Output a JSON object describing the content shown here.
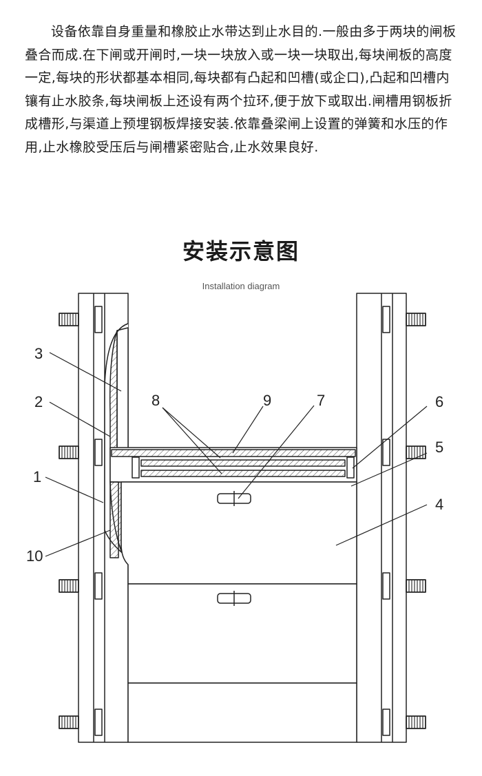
{
  "description_text": "设备依靠自身重量和橡胶止水带达到止水目的.一般由多于两块的闸板叠合而成.在下闸或开闸时,一块一块放入或一块一块取出,每块闸板的高度一定,每块的形状都基本相同,每块都有凸起和凹槽(或企口),凸起和凹槽内镶有止水胶条,每块闸板上还设有两个拉环,便于放下或取出.闸槽用钢板折成槽形,与渠道上预埋钢板焊接安装.依靠叠梁闸上设置的弹簧和水压的作用,止水橡胶受压后与闸槽紧密贴合,止水效果良好.",
  "diagram": {
    "title": "安装示意图",
    "subtitle": "Installation diagram",
    "callouts": [
      "1",
      "2",
      "3",
      "4",
      "5",
      "6",
      "7",
      "8",
      "9",
      "10"
    ]
  }
}
